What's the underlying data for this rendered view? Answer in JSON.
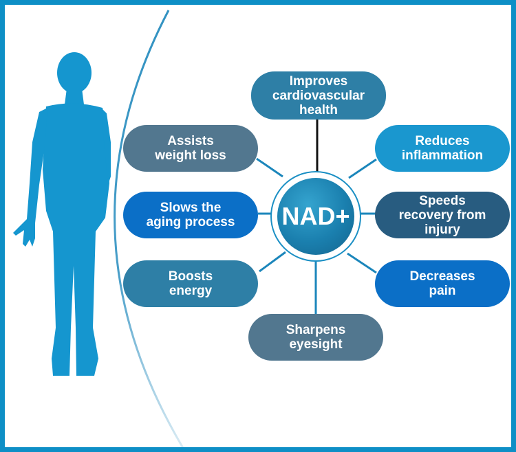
{
  "center": {
    "label": "NAD+"
  },
  "benefits": [
    {
      "id": "cardio",
      "label": "Improves\ncardiovascular\nhealth",
      "color": "#2e7fa6"
    },
    {
      "id": "weight",
      "label": "Assists\nweight loss",
      "color": "#52778f"
    },
    {
      "id": "inflammation",
      "label": "Reduces\ninflammation",
      "color": "#1a97cf"
    },
    {
      "id": "aging",
      "label": "Slows the\naging process",
      "color": "#0b6fc7"
    },
    {
      "id": "recovery",
      "label": "Speeds\nrecovery from\ninjury",
      "color": "#285c80"
    },
    {
      "id": "energy",
      "label": "Boosts\nenergy",
      "color": "#2e7fa6"
    },
    {
      "id": "pain",
      "label": "Decreases\npain",
      "color": "#0b6fc7"
    },
    {
      "id": "eyesight",
      "label": "Sharpens\neyesight",
      "color": "#52778f"
    }
  ],
  "icons": {
    "figure": "human-silhouette-icon"
  },
  "colors": {
    "frame": "#0e8fc6",
    "connector": "#1b86bb",
    "figure": "#1596cf"
  }
}
